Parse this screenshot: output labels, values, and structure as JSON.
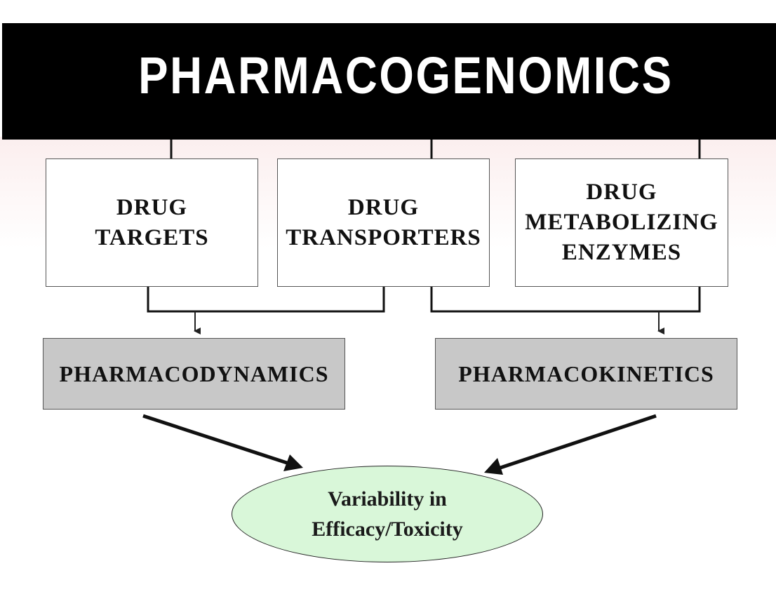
{
  "header": {
    "title": "PHARMACOGENOMICS"
  },
  "sources": [
    {
      "lines": [
        "DRUG",
        "TARGETS"
      ]
    },
    {
      "lines": [
        "DRUG",
        "TRANSPORTERS"
      ]
    },
    {
      "lines": [
        "DRUG",
        "METABOLIZING",
        "ENZYMES"
      ]
    }
  ],
  "effects": [
    {
      "label": "PHARMACODYNAMICS"
    },
    {
      "label": "PHARMACOKINETICS"
    }
  ],
  "outcome": {
    "lines": [
      "Variability in",
      "Efficacy/Toxicity"
    ]
  },
  "colors": {
    "header_bg": "#000000",
    "header_text": "#ffffff",
    "effect_box": "#c8c8c8",
    "outcome_fill": "#d9f7d9"
  }
}
